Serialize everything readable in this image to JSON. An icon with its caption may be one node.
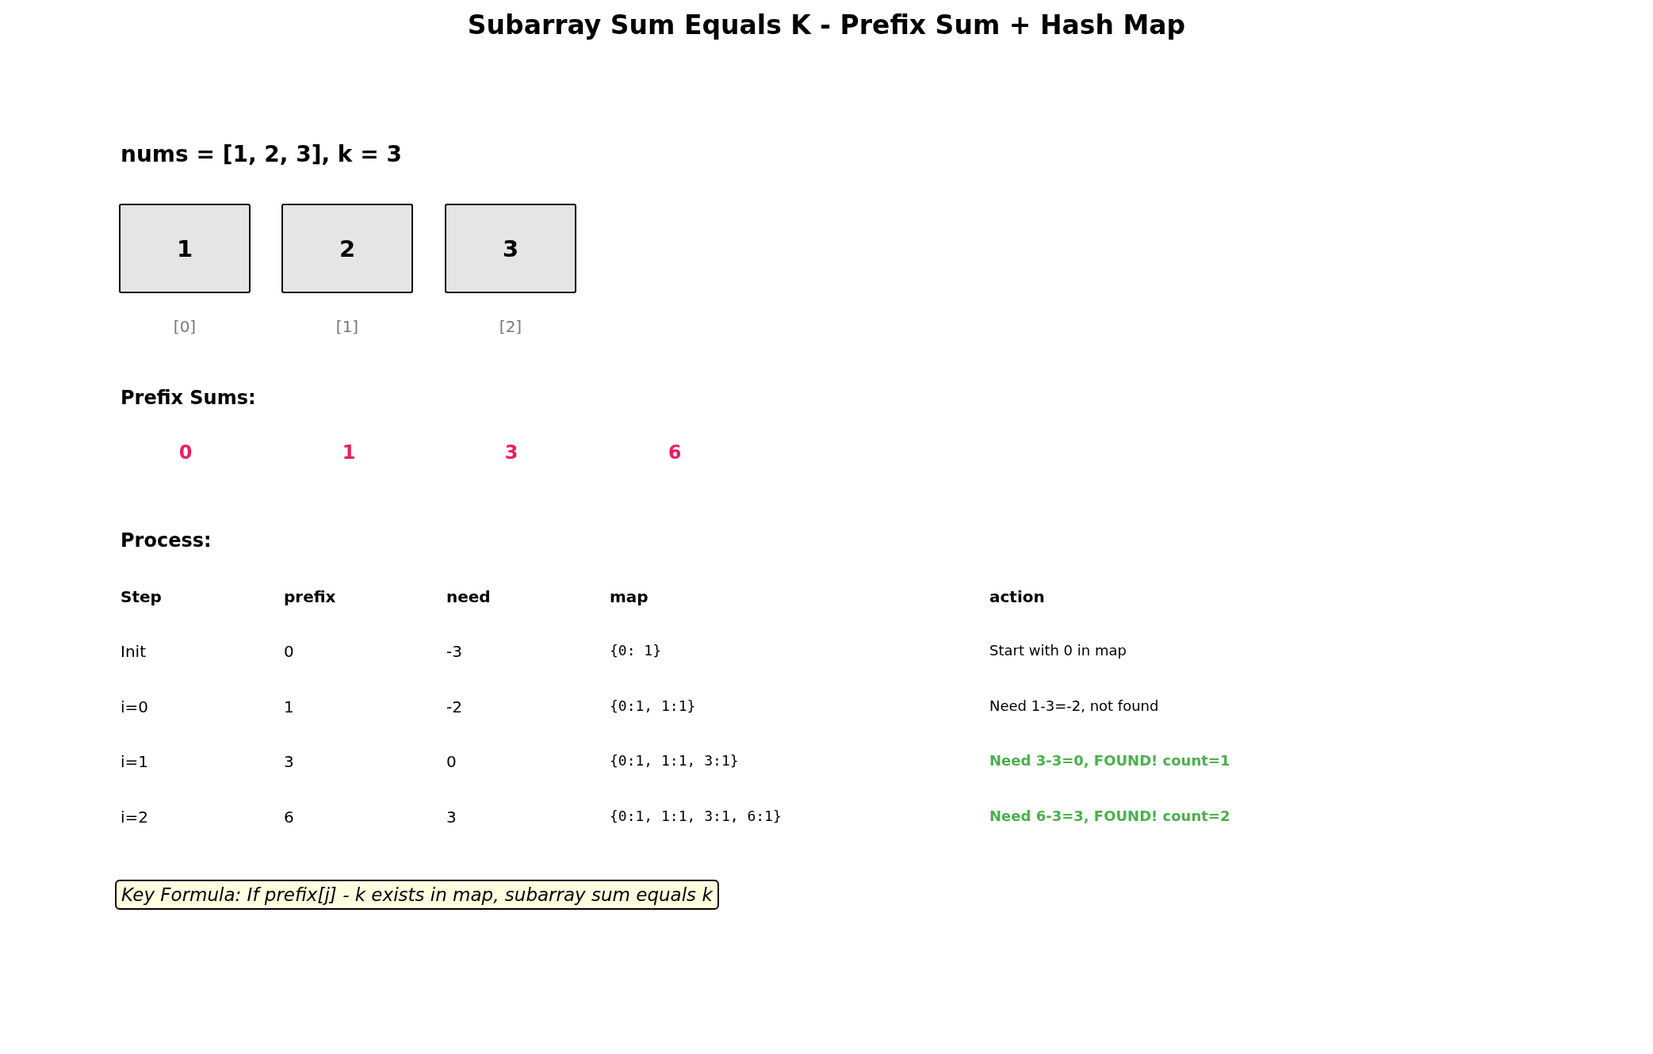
{
  "diagram": {
    "title": "Subarray Sum Equals K - Prefix Sum + Hash Map",
    "nodes": [
      {
        "text": [
          "1"
        ],
        "beside": [
          "[0]"
        ]
      },
      {
        "text": [
          "2"
        ],
        "beside": [
          "[1]"
        ]
      },
      {
        "text": [
          "3"
        ],
        "beside": [
          "[2]"
        ]
      },
      {
        "text": [
          "Key Formula: If prefix[j] - k exists in map, subarray sum equals k"
        ]
      }
    ],
    "edges": [],
    "labels": [
      "nums = [1, 2, 3], k = 3",
      "Prefix Sums:",
      "0",
      "1",
      "3",
      "6",
      "Process:",
      "Step",
      "prefix",
      "need",
      "map",
      "action",
      "Init",
      "0",
      "-3",
      "{0: 1}",
      "Start with 0 in map",
      "i=0",
      "1",
      "-2",
      "{0:1, 1:1}",
      "Need 1-3=-2, not found",
      "i=1",
      "3",
      "0",
      "{0:1, 1:1, 3:1}",
      "Need 3-3=0, FOUND! count=1",
      "i=2",
      "6",
      "3",
      "{0:1, 1:1, 3:1, 6:1}",
      "Need 6-3=3, FOUND! count=2"
    ]
  }
}
